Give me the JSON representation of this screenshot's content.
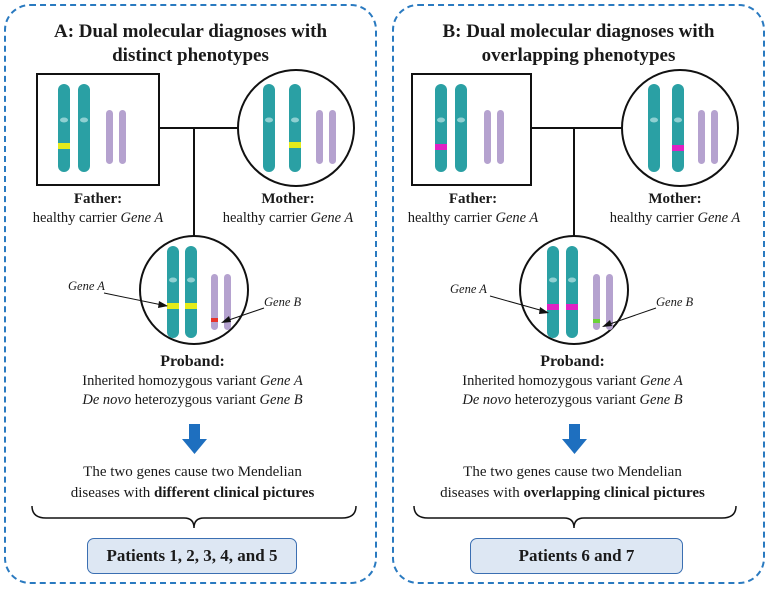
{
  "panels": [
    {
      "title_line1": "A: Dual molecular diagnoses with",
      "title_line2": "distinct phenotypes",
      "father_label": "Father",
      "father_desc_pre": "healthy carrier ",
      "father_desc_gene": "Gene A",
      "mother_label": "Mother",
      "mother_desc_pre": "healthy carrier ",
      "mother_desc_gene": "Gene A",
      "gene_a_label": "Gene A",
      "gene_b_label": "Gene B",
      "proband_label": "Proband",
      "proband_line1_pre": "Inherited homozygous variant ",
      "proband_line1_gene": "Gene A",
      "proband_line2_em": "De novo",
      "proband_line2_mid": " heterozygous variant ",
      "proband_line2_gene": "Gene B",
      "conclusion_line1": "The two genes cause two Mendelian",
      "conclusion_line2_pre": "diseases with ",
      "conclusion_line2_bold": "different clinical pictures",
      "patients": "Patients 1, 2, 3, 4, and 5"
    },
    {
      "title_line1": "B: Dual molecular diagnoses with",
      "title_line2": "overlapping phenotypes",
      "father_label": "Father",
      "father_desc_pre": "healthy carrier ",
      "father_desc_gene": "Gene A",
      "mother_label": "Mother",
      "mother_desc_pre": "healthy carrier ",
      "mother_desc_gene": "Gene A",
      "gene_a_label": "Gene A",
      "gene_b_label": "Gene B",
      "proband_label": "Proband",
      "proband_line1_pre": "Inherited homozygous variant ",
      "proband_line1_gene": "Gene A",
      "proband_line2_em": "De novo",
      "proband_line2_mid": " heterozygous variant ",
      "proband_line2_gene": "Gene B",
      "conclusion_line1": "The two genes cause two Mendelian",
      "conclusion_line2_pre": "diseases with ",
      "conclusion_line2_bold": "overlapping clinical pictures",
      "patients": "Patients 6 and 7"
    }
  ],
  "colors": {
    "border": "#2a7ac0",
    "chromosome_teal": "#2aa0a4",
    "chromosome_lilac": "#b5a2cf",
    "arrow": "#1e6fbf",
    "panel_a_gene_a_band": "#e4ec1a",
    "panel_a_gene_b_band": "#e8332a",
    "panel_b_gene_a_band": "#e021c4",
    "panel_b_gene_b_band": "#6ad23a",
    "patients_box_fill": "#dde7f3"
  }
}
